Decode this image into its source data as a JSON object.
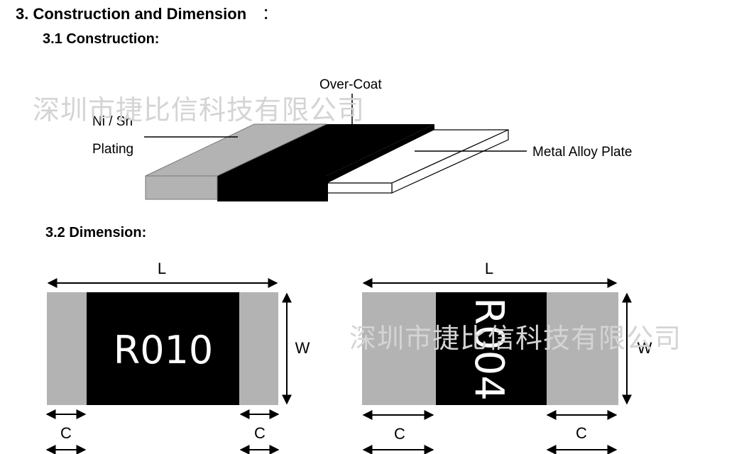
{
  "section": {
    "title": "3. Construction and Dimension",
    "colon": "："
  },
  "construction": {
    "heading": "3.1 Construction:",
    "labels": {
      "overcoat": "Over-Coat",
      "plating_line1": "Ni / Sn",
      "plating_line2": "Plating",
      "metal_alloy": "Metal Alloy Plate"
    }
  },
  "dimension": {
    "heading": "3.2 Dimension:",
    "resistor1": {
      "marking": "R010",
      "length": "L",
      "width": "W",
      "cap_left": "C",
      "cap_right": "C"
    },
    "resistor2": {
      "marking": "R004",
      "length": "L",
      "width": "W",
      "cap_left": "C",
      "cap_right": "C"
    }
  },
  "watermark": "深圳市捷比信科技有限公司",
  "colors": {
    "terminal_gray": "#b3b3b3",
    "overcoat_black": "#000000",
    "metal_white": "#ffffff",
    "watermark_gray": "#d4d4d4"
  }
}
